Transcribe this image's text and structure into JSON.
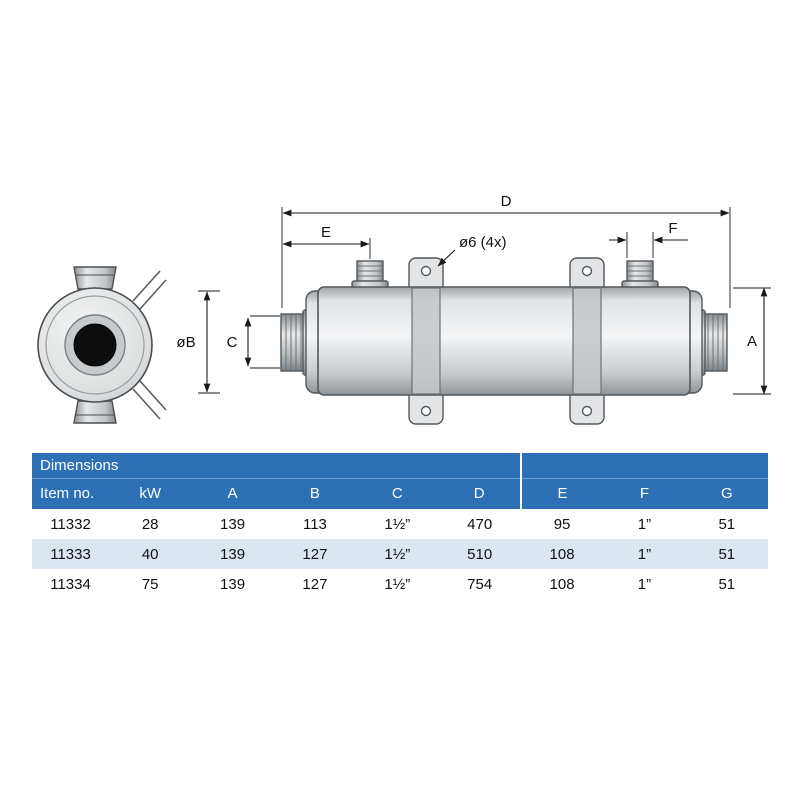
{
  "diagram": {
    "labels": {
      "d": "D",
      "e": "E",
      "f": "F",
      "a": "A",
      "ob": "øB",
      "c": "C",
      "holes": "ø6 (4x)"
    }
  },
  "table": {
    "title": "Dimensions",
    "columns": [
      "Item no.",
      "kW",
      "A",
      "B",
      "C",
      "D",
      "E",
      "F",
      "G"
    ],
    "rows": [
      [
        "11332",
        "28",
        "139",
        "113",
        "1½”",
        "470",
        "95",
        "1”",
        "51"
      ],
      [
        "11333",
        "40",
        "139",
        "127",
        "1½”",
        "510",
        "108",
        "1”",
        "51"
      ],
      [
        "11334",
        "75",
        "139",
        "127",
        "1½”",
        "754",
        "108",
        "1”",
        "51"
      ]
    ],
    "colors": {
      "header_bg": "#2d70b5",
      "header_text": "#ffffff",
      "alt_row_bg": "#dce6f1",
      "body_text": "#111111"
    }
  }
}
